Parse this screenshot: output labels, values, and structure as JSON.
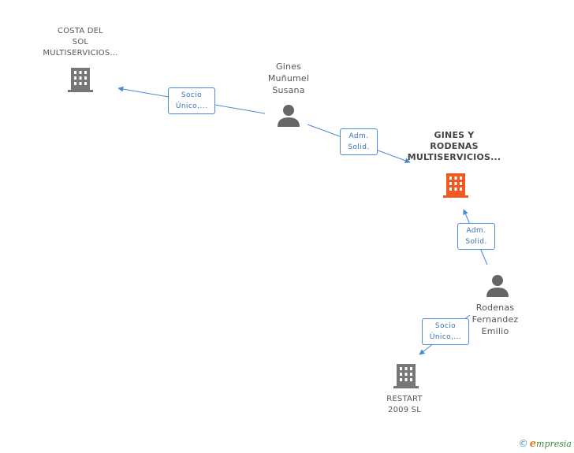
{
  "nodes": {
    "costa": {
      "lines": [
        "COSTA DEL",
        "SOL",
        "MULTISERVICIOS..."
      ]
    },
    "gines_susana": {
      "lines": [
        "Gines",
        "Muñumel",
        "Susana"
      ]
    },
    "gines_rodenas": {
      "lines": [
        "GINES Y",
        "RODENAS",
        "MULTISERVICIOS..."
      ]
    },
    "rodenas_emilio": {
      "lines": [
        "Rodenas",
        "Fernandez",
        "Emilio"
      ]
    },
    "restart": {
      "lines": [
        "RESTART",
        "2009 SL"
      ]
    }
  },
  "edges": {
    "e1": {
      "lines": [
        "Socio",
        "Único,..."
      ]
    },
    "e2": {
      "lines": [
        "Adm.",
        "Solid."
      ]
    },
    "e3": {
      "lines": [
        "Adm.",
        "Solid."
      ]
    },
    "e4": {
      "lines": [
        "Socio",
        "Único,..."
      ]
    }
  },
  "footer": {
    "copyright": "©",
    "brand_e": "e",
    "brand_rest": "mpresia"
  },
  "colors": {
    "edge": "#4a8bd4",
    "company": "#777777",
    "focus_company": "#f05a22",
    "person": "#666666"
  }
}
